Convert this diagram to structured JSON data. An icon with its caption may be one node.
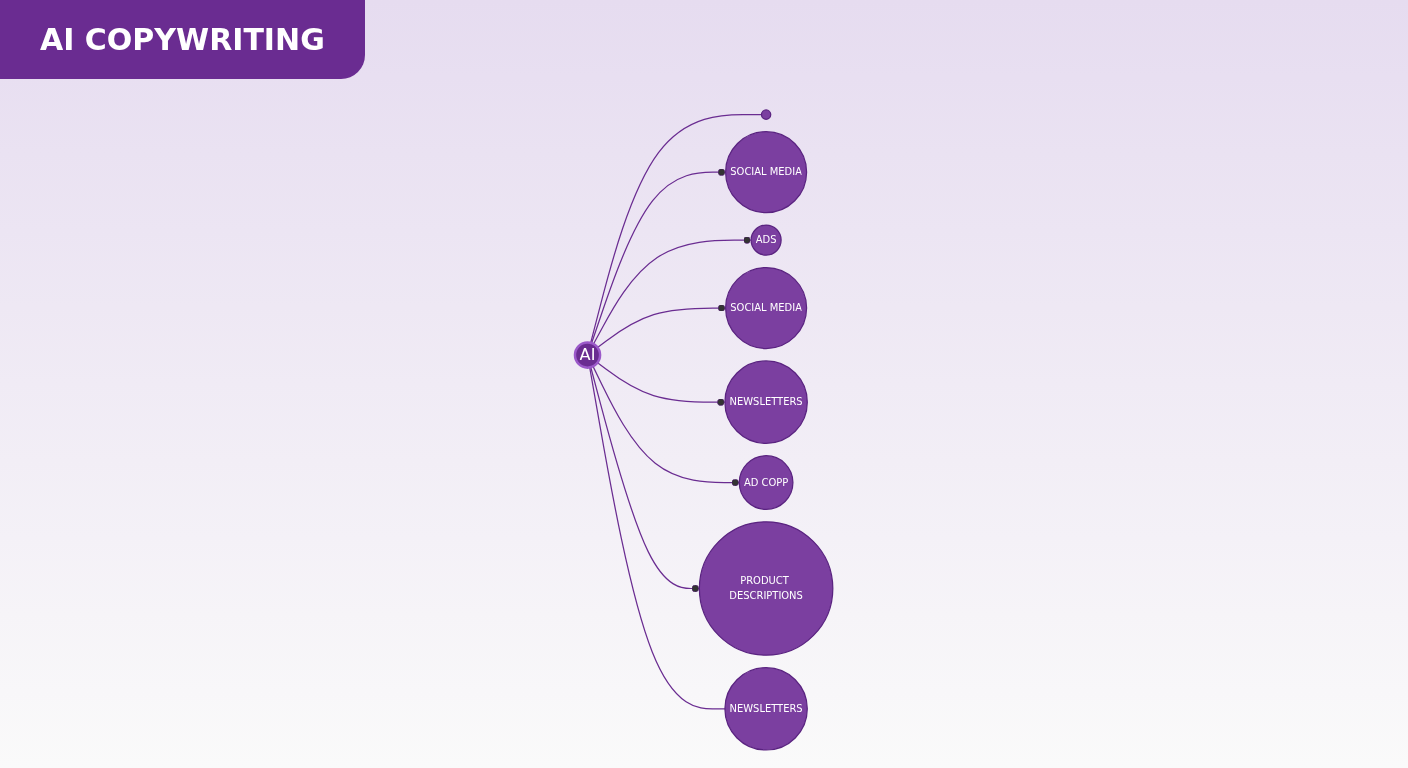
{
  "diagram": {
    "title": "AI COPYWRITING",
    "nodes": [
      {
        "text": [
          "AI"
        ]
      },
      {
        "text": [],
        "shape": "circle"
      },
      {
        "text": [
          "SOCIAL MEDIA"
        ]
      },
      {
        "text": [
          "ADS"
        ]
      },
      {
        "text": [
          "SOCIAL MEDIA"
        ]
      },
      {
        "text": [
          "NEWSLETTERS"
        ]
      },
      {
        "text": [
          "AD COPP"
        ]
      },
      {
        "text": [
          "PRODUCT DESCRIPTIONS"
        ]
      },
      {
        "text": [
          "NEWSLETTERS"
        ]
      }
    ],
    "edges": [
      {
        "from": 0,
        "to": 1,
        "arrow": "none"
      },
      {
        "from": 0,
        "to": 2,
        "arrow": "other"
      },
      {
        "from": 0,
        "to": 3,
        "arrow": "other"
      },
      {
        "from": 0,
        "to": 4,
        "arrow": "other"
      },
      {
        "from": 0,
        "to": 5,
        "arrow": "other"
      },
      {
        "from": 0,
        "to": 6,
        "arrow": "other"
      },
      {
        "from": 0,
        "to": 7,
        "arrow": "other"
      },
      {
        "from": 0,
        "to": 8,
        "arrow": "none"
      }
    ]
  }
}
